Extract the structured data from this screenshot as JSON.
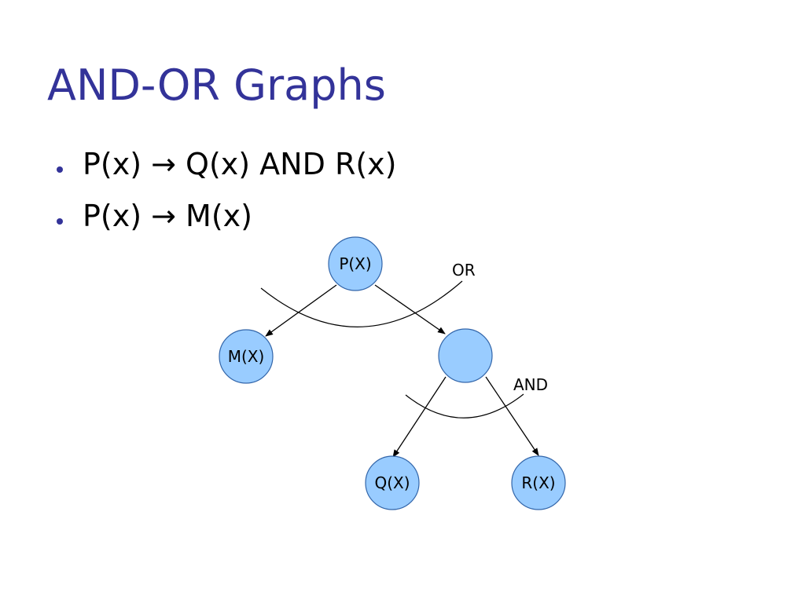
{
  "slide": {
    "title": "AND-OR Graphs",
    "bullets": [
      "P(x) → Q(x) AND R(x)",
      "P(x) → M(x)"
    ]
  },
  "diagram": {
    "nodes": {
      "p": "P(X)",
      "m": "M(X)",
      "and_node": "",
      "q": "Q(X)",
      "r": "R(X)"
    },
    "gates": {
      "or": "OR",
      "and": "AND"
    },
    "colors": {
      "node_fill": "#99ccff",
      "node_stroke": "#3366aa",
      "title": "#333399",
      "bullet": "#333399"
    }
  }
}
